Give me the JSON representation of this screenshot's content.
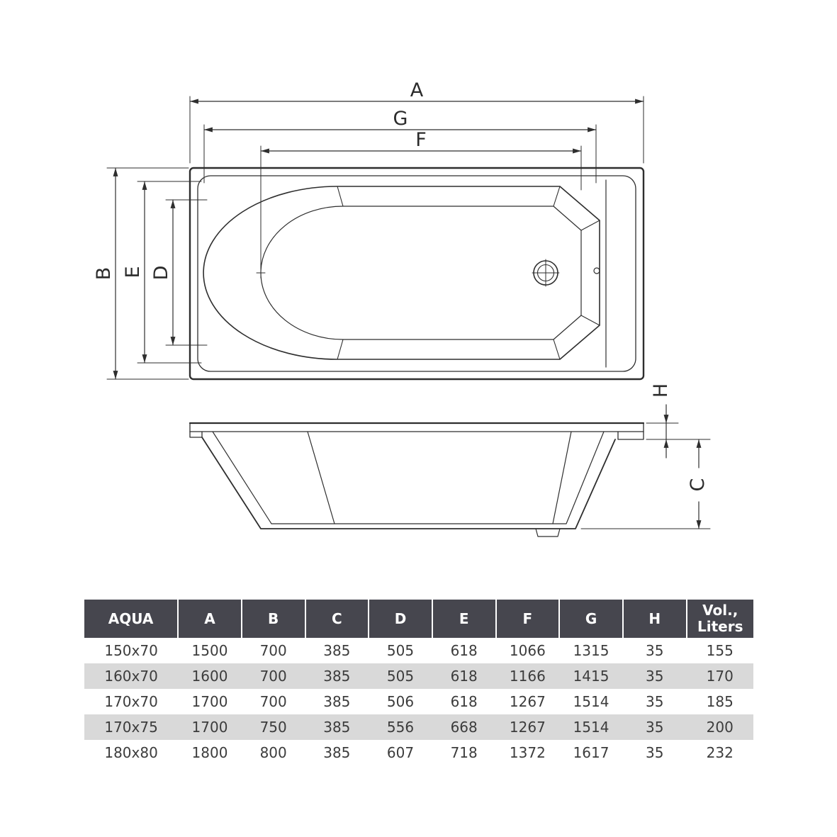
{
  "diagram": {
    "labels": {
      "a": "A",
      "b": "B",
      "c": "C",
      "d": "D",
      "e": "E",
      "f": "F",
      "g": "G",
      "h": "H"
    }
  },
  "table": {
    "headers": [
      "AQUA",
      "A",
      "B",
      "C",
      "D",
      "E",
      "F",
      "G",
      "H",
      "Vol.,\nLiters"
    ],
    "rows": [
      [
        "150x70",
        "1500",
        "700",
        "385",
        "505",
        "618",
        "1066",
        "1315",
        "35",
        "155"
      ],
      [
        "160x70",
        "1600",
        "700",
        "385",
        "505",
        "618",
        "1166",
        "1415",
        "35",
        "170"
      ],
      [
        "170x70",
        "1700",
        "700",
        "385",
        "506",
        "618",
        "1267",
        "1514",
        "35",
        "185"
      ],
      [
        "170x75",
        "1700",
        "750",
        "385",
        "556",
        "668",
        "1267",
        "1514",
        "35",
        "200"
      ],
      [
        "180x80",
        "1800",
        "800",
        "385",
        "607",
        "718",
        "1372",
        "1617",
        "35",
        "232"
      ]
    ],
    "colors": {
      "header_bg": "#46464e",
      "alt_row_bg": "#d9d9d9",
      "text": "#3c3c3c",
      "line": "#2e2e2e"
    }
  }
}
